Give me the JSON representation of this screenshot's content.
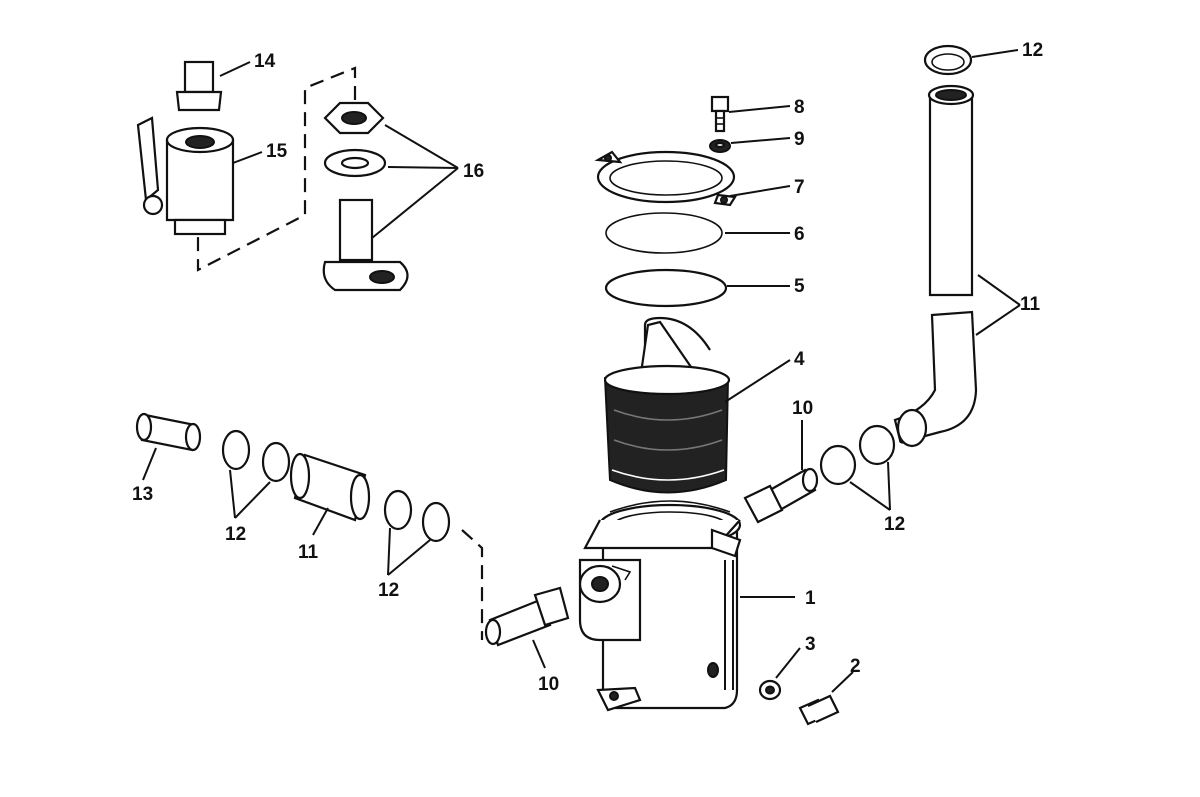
{
  "callouts": [
    {
      "id": "c1",
      "text": "1"
    },
    {
      "id": "c2",
      "text": "2"
    },
    {
      "id": "c3",
      "text": "3"
    },
    {
      "id": "c4",
      "text": "4"
    },
    {
      "id": "c5",
      "text": "5"
    },
    {
      "id": "c6",
      "text": "6"
    },
    {
      "id": "c7",
      "text": "7"
    },
    {
      "id": "c8",
      "text": "8"
    },
    {
      "id": "c9",
      "text": "9"
    },
    {
      "id": "c10a",
      "text": "10"
    },
    {
      "id": "c10b",
      "text": "10"
    },
    {
      "id": "c11a",
      "text": "11"
    },
    {
      "id": "c11b",
      "text": "11"
    },
    {
      "id": "c12a",
      "text": "12"
    },
    {
      "id": "c12b",
      "text": "12"
    },
    {
      "id": "c12c",
      "text": "12"
    },
    {
      "id": "c12d",
      "text": "12"
    },
    {
      "id": "c13",
      "text": "13"
    },
    {
      "id": "c14",
      "text": "14"
    },
    {
      "id": "c15",
      "text": "15"
    },
    {
      "id": "c16",
      "text": "16"
    }
  ]
}
